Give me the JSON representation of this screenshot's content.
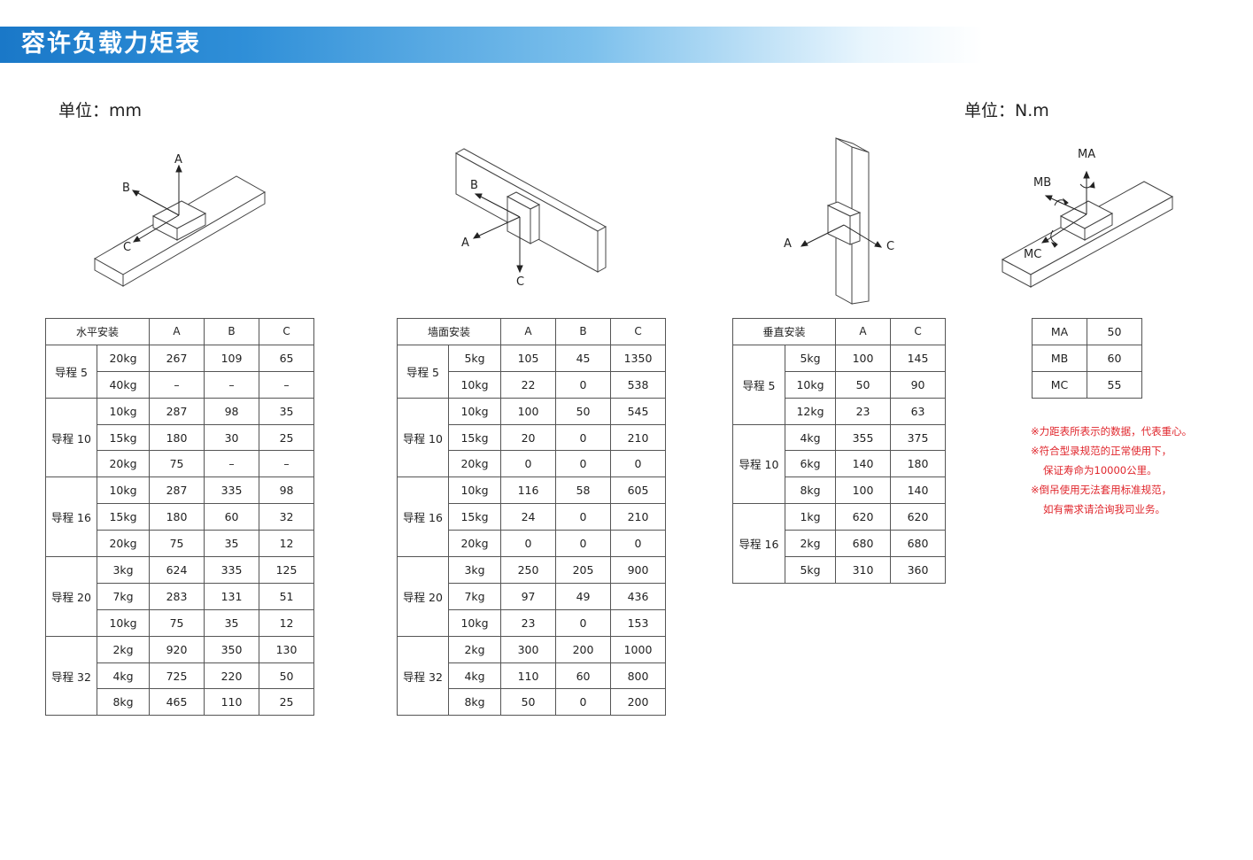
{
  "header": {
    "title": "容许负载力矩表"
  },
  "units": {
    "left": "单位：mm",
    "right": "单位：N.m"
  },
  "diagrams": {
    "horizontal": {
      "a": "A",
      "b": "B",
      "c": "C"
    },
    "wall": {
      "a": "A",
      "b": "B",
      "c": "C"
    },
    "vertical": {
      "a": "A",
      "c": "C"
    },
    "moment": {
      "ma": "MA",
      "mb": "MB",
      "mc": "MC"
    }
  },
  "tables": {
    "horizontal": {
      "header": [
        "水平安装",
        "A",
        "B",
        "C"
      ],
      "groups": [
        {
          "lead": "导程 5",
          "rows": [
            [
              "20kg",
              "267",
              "109",
              "65"
            ],
            [
              "40kg",
              "–",
              "–",
              "–"
            ]
          ]
        },
        {
          "lead": "导程 10",
          "rows": [
            [
              "10kg",
              "287",
              "98",
              "35"
            ],
            [
              "15kg",
              "180",
              "30",
              "25"
            ],
            [
              "20kg",
              "75",
              "–",
              "–"
            ]
          ]
        },
        {
          "lead": "导程 16",
          "rows": [
            [
              "10kg",
              "287",
              "335",
              "98"
            ],
            [
              "15kg",
              "180",
              "60",
              "32"
            ],
            [
              "20kg",
              "75",
              "35",
              "12"
            ]
          ]
        },
        {
          "lead": "导程 20",
          "rows": [
            [
              "3kg",
              "624",
              "335",
              "125"
            ],
            [
              "7kg",
              "283",
              "131",
              "51"
            ],
            [
              "10kg",
              "75",
              "35",
              "12"
            ]
          ]
        },
        {
          "lead": "导程 32",
          "rows": [
            [
              "2kg",
              "920",
              "350",
              "130"
            ],
            [
              "4kg",
              "725",
              "220",
              "50"
            ],
            [
              "8kg",
              "465",
              "110",
              "25"
            ]
          ]
        }
      ]
    },
    "wall": {
      "header": [
        "墙面安装",
        "A",
        "B",
        "C"
      ],
      "groups": [
        {
          "lead": "导程 5",
          "rows": [
            [
              "5kg",
              "105",
              "45",
              "1350"
            ],
            [
              "10kg",
              "22",
              "0",
              "538"
            ]
          ]
        },
        {
          "lead": "导程 10",
          "rows": [
            [
              "10kg",
              "100",
              "50",
              "545"
            ],
            [
              "15kg",
              "20",
              "0",
              "210"
            ],
            [
              "20kg",
              "0",
              "0",
              "0"
            ]
          ]
        },
        {
          "lead": "导程 16",
          "rows": [
            [
              "10kg",
              "116",
              "58",
              "605"
            ],
            [
              "15kg",
              "24",
              "0",
              "210"
            ],
            [
              "20kg",
              "0",
              "0",
              "0"
            ]
          ]
        },
        {
          "lead": "导程 20",
          "rows": [
            [
              "3kg",
              "250",
              "205",
              "900"
            ],
            [
              "7kg",
              "97",
              "49",
              "436"
            ],
            [
              "10kg",
              "23",
              "0",
              "153"
            ]
          ]
        },
        {
          "lead": "导程 32",
          "rows": [
            [
              "2kg",
              "300",
              "200",
              "1000"
            ],
            [
              "4kg",
              "110",
              "60",
              "800"
            ],
            [
              "8kg",
              "50",
              "0",
              "200"
            ]
          ]
        }
      ]
    },
    "vertical": {
      "header": [
        "垂直安装",
        "A",
        "C"
      ],
      "groups": [
        {
          "lead": "导程 5",
          "rows": [
            [
              "5kg",
              "100",
              "145"
            ],
            [
              "10kg",
              "50",
              "90"
            ],
            [
              "12kg",
              "23",
              "63"
            ]
          ]
        },
        {
          "lead": "导程 10",
          "rows": [
            [
              "4kg",
              "355",
              "375"
            ],
            [
              "6kg",
              "140",
              "180"
            ],
            [
              "8kg",
              "100",
              "140"
            ]
          ]
        },
        {
          "lead": "导程 16",
          "rows": [
            [
              "1kg",
              "620",
              "620"
            ],
            [
              "2kg",
              "680",
              "680"
            ],
            [
              "5kg",
              "310",
              "360"
            ]
          ]
        }
      ]
    },
    "moment": {
      "rows": [
        [
          "MA",
          "50"
        ],
        [
          "MB",
          "60"
        ],
        [
          "MC",
          "55"
        ]
      ]
    }
  },
  "notes": [
    "※力距表所表示的数据，代表重心。",
    "※符合型录规范的正常使用下，",
    "保证寿命为10000公里。",
    "※倒吊使用无法套用标准规范，",
    "如有需求请洽询我司业务。"
  ],
  "colors": {
    "banner": "#1a78c8",
    "note": "#e0262c"
  }
}
